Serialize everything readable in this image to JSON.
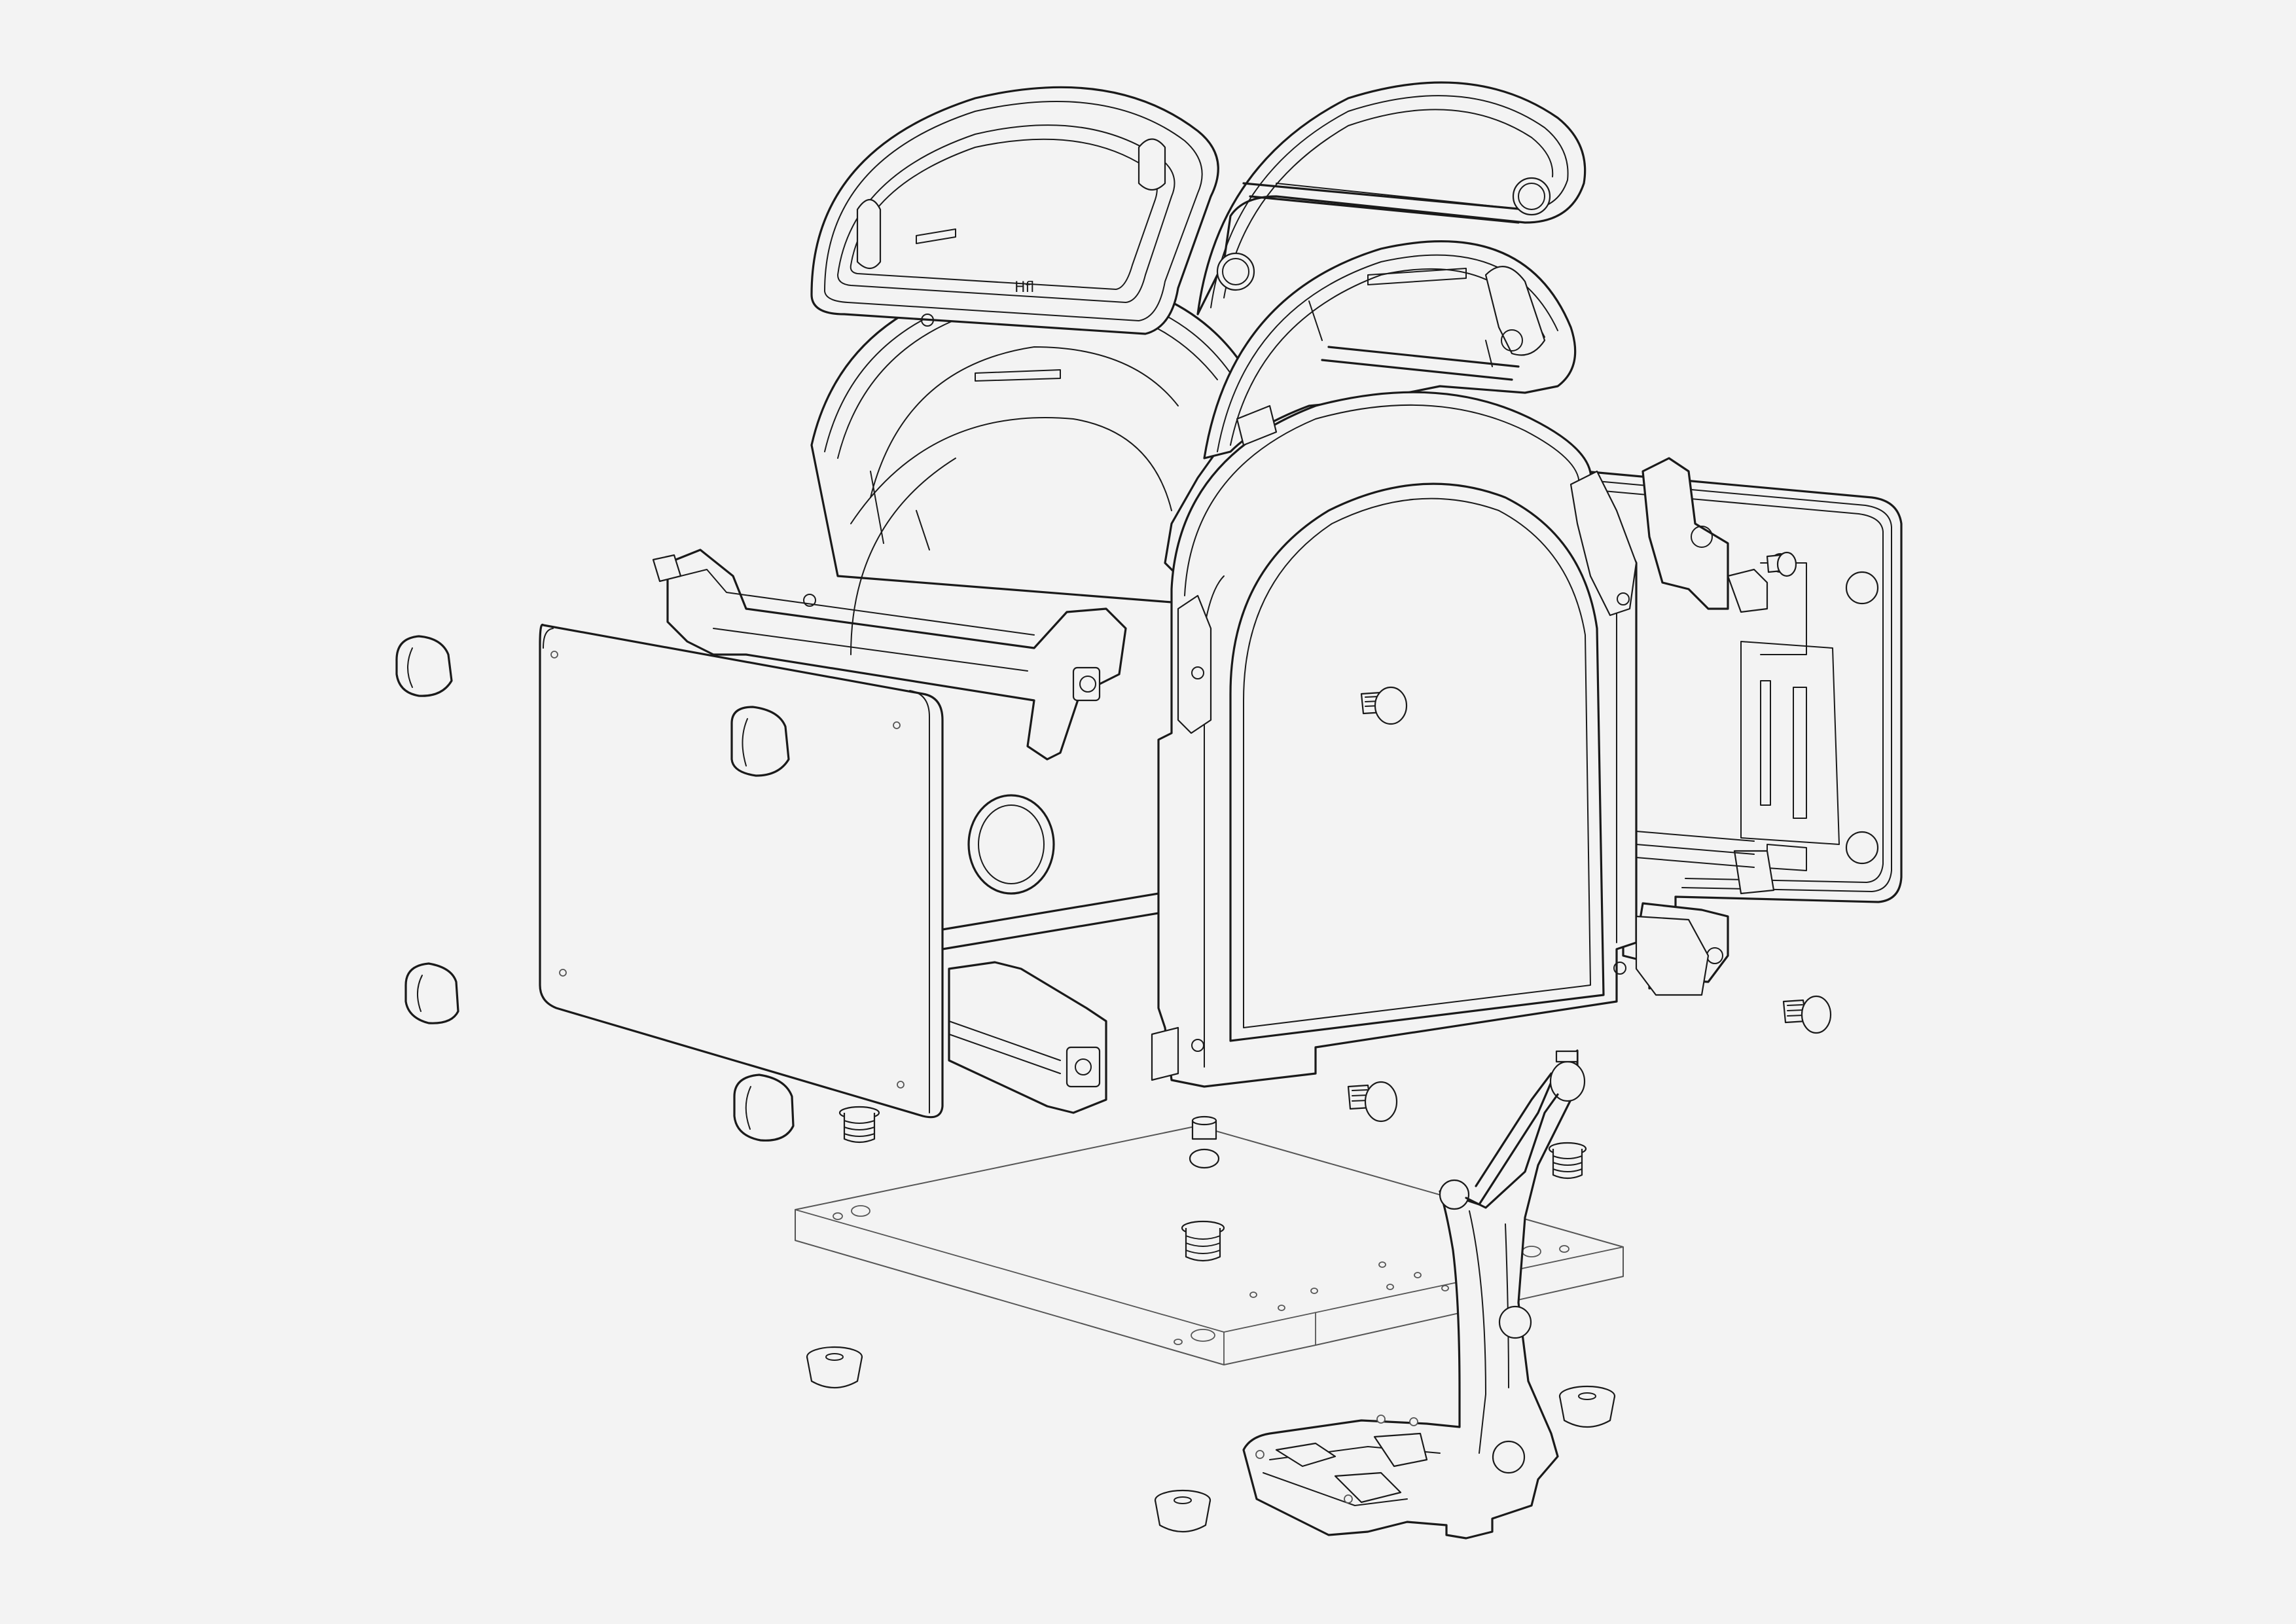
{
  "colors": {
    "background": "#f3f3f3",
    "line": "#1a1a1a",
    "secondary_line": "#555555"
  },
  "diagram": {
    "style": "exploded-view-line-drawing",
    "parts": [
      "top-arch-frame",
      "rear-arch-frame",
      "front-arch-panel",
      "left-side-frame",
      "left-side-panel",
      "right-rear-frame",
      "base-plate",
      "stand-leg-bracket",
      "rubber-feet",
      "screws",
      "threaded-inserts"
    ],
    "embossed_marking": "Hfl"
  }
}
